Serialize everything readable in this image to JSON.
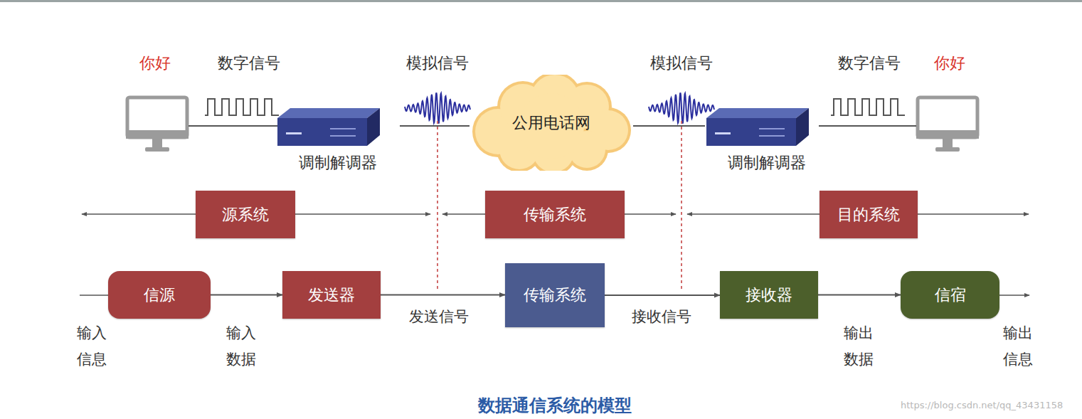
{
  "diagram": {
    "caption": "数据通信系统的模型",
    "nodes": [
      {
        "text": [
          "调制解调器"
        ]
      },
      {
        "text": [
          "公用电话网"
        ]
      },
      {
        "text": [
          "调制解调器"
        ]
      },
      {
        "text": [
          "源系统"
        ]
      },
      {
        "text": [
          "传输系统"
        ]
      },
      {
        "text": [
          "目的系统"
        ]
      },
      {
        "text": [
          "信源"
        ]
      },
      {
        "text": [
          "发送器"
        ]
      },
      {
        "text": [
          "传输系统"
        ]
      },
      {
        "text": [
          "接收器"
        ]
      },
      {
        "text": [
          "信宿"
        ]
      }
    ],
    "edges": [
      {
        "from": 0,
        "to": 1,
        "arrow": "none"
      },
      {
        "from": 1,
        "to": 2,
        "arrow": "none"
      },
      {
        "from": 6,
        "to": 7,
        "arrow": "to"
      },
      {
        "from": 7,
        "to": 8,
        "arrow": "to"
      },
      {
        "from": 8,
        "to": 9,
        "arrow": "to"
      },
      {
        "from": 9,
        "to": 10,
        "arrow": "to"
      }
    ],
    "labels": [
      "你好",
      "数字信号",
      "模拟信号",
      "模拟信号",
      "数字信号",
      "你好",
      "输入 信息",
      "输入 数据",
      "发送信号",
      "接收信号",
      "输出 数据",
      "输出 信息",
      "https://blog.csdn.net/qq_43431158"
    ]
  }
}
